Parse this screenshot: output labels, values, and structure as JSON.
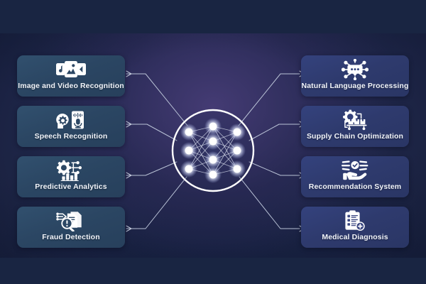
{
  "diagram": {
    "title": "",
    "center": {
      "name": "neural-network-hub",
      "layers": [
        3,
        4,
        3
      ],
      "node_color": "#ffffff",
      "ring_color": "#ffffff"
    },
    "colors": {
      "background_top_band": "#192542",
      "background_main": "#222a50",
      "left_card": "#2b4663",
      "right_card": "#2e3a6d",
      "label_text": "#f2f5fb",
      "arrow": "#c7cede"
    },
    "left_branches": [
      {
        "label": "Image and Video Recognition",
        "icon": "image-video-icon"
      },
      {
        "label": "Speech Recognition",
        "icon": "speech-microphone-icon"
      },
      {
        "label": "Predictive Analytics",
        "icon": "gear-barchart-icon"
      },
      {
        "label": "Fraud Detection",
        "icon": "document-magnifier-alert-icon"
      }
    ],
    "right_branches": [
      {
        "label": "Natural Language Processing",
        "icon": "chat-network-icon"
      },
      {
        "label": "Supply Chain Optimization",
        "icon": "gear-cargo-boxes-icon"
      },
      {
        "label": "Recommendation System",
        "icon": "hand-star-rays-icon"
      },
      {
        "label": "Medical Diagnosis",
        "icon": "clipboard-medical-plus-icon"
      }
    ]
  }
}
